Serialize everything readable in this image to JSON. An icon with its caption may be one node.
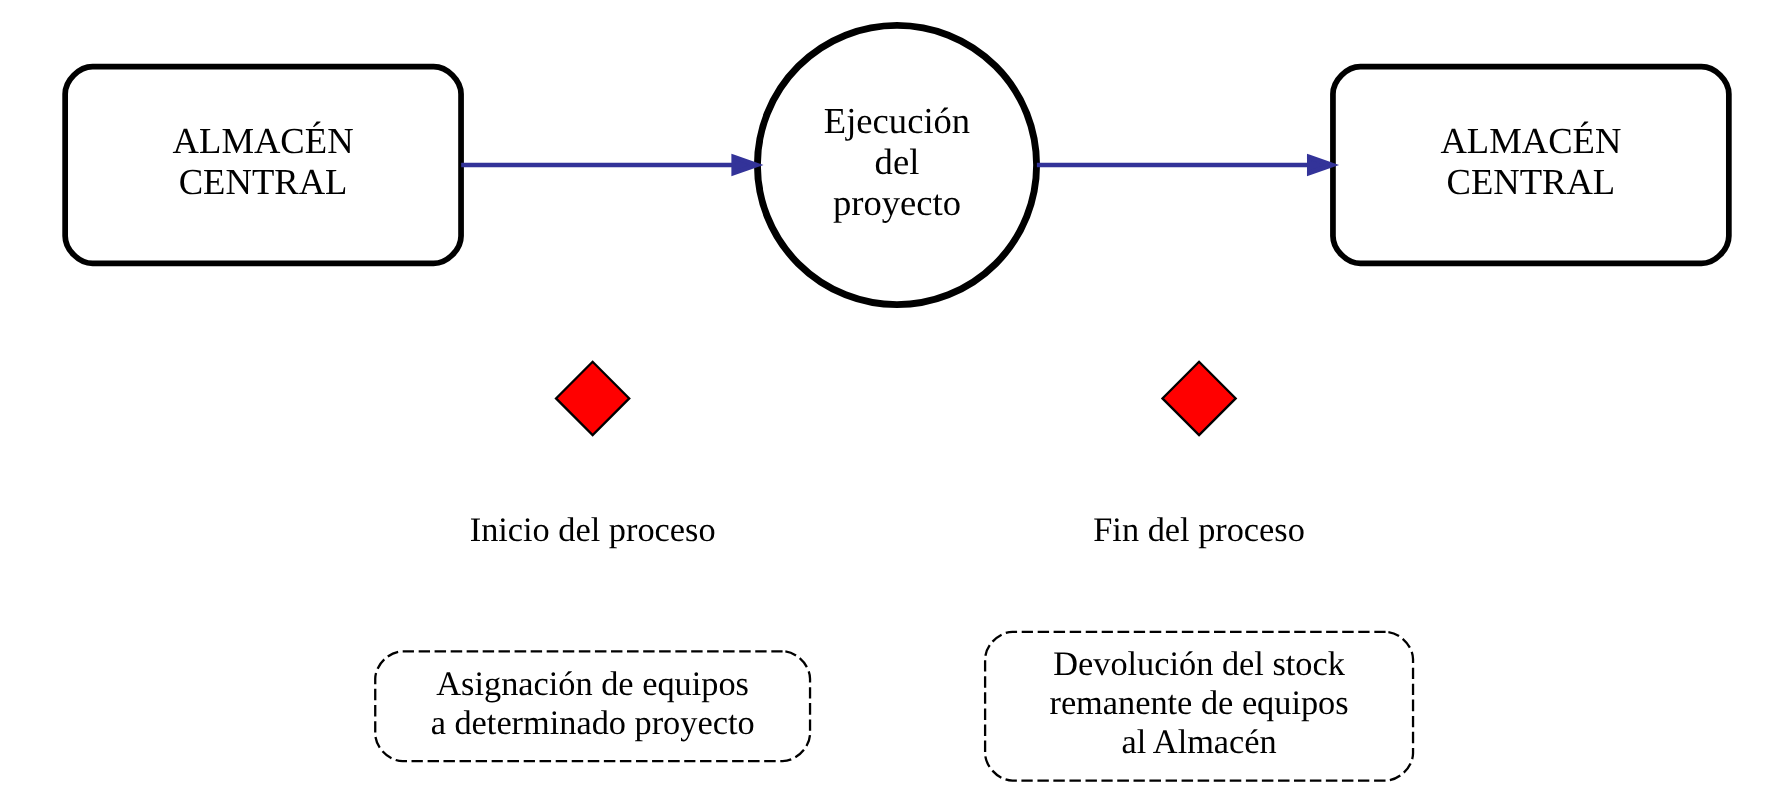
{
  "diagram": {
    "nodes": [
      {
        "text": [
          "ALMACÉN CENTRAL"
        ]
      },
      {
        "text": [
          "Ejecución del proyecto"
        ]
      },
      {
        "text": [
          "ALMACÉN CENTRAL"
        ]
      },
      {
        "text": [],
        "shape": "diamond",
        "beside": [
          "Inicio del proceso"
        ]
      },
      {
        "text": [],
        "shape": "diamond",
        "beside": [
          "Fin del proceso"
        ]
      },
      {
        "text": [
          "Asignación de equipos a determinado proyecto"
        ]
      },
      {
        "text": [
          "Devolución del stock remanente de equipos al Almacén"
        ]
      }
    ],
    "edges": [
      {
        "from": 0,
        "to": 1,
        "arrow": "to"
      },
      {
        "from": 1,
        "to": 2,
        "arrow": "to"
      }
    ]
  }
}
